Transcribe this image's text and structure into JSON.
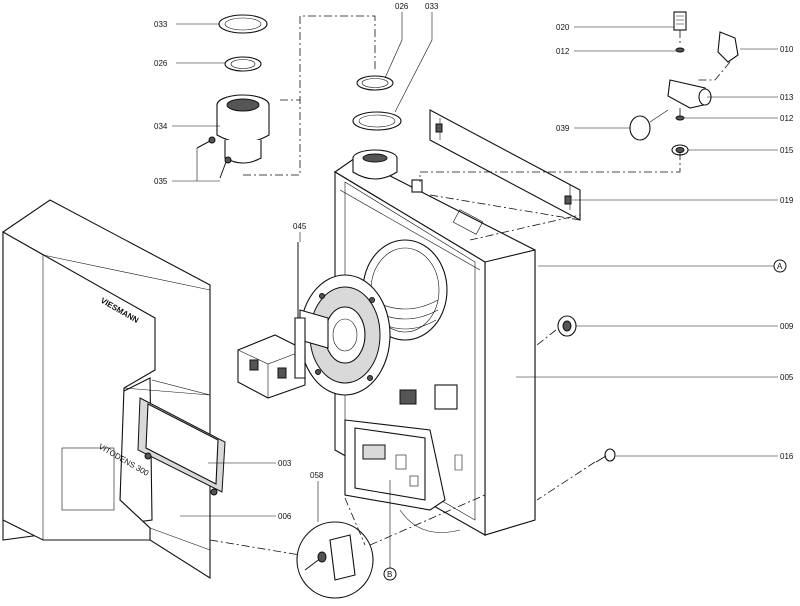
{
  "diagram": {
    "part_labels": {
      "p033a": "033",
      "p026a": "026",
      "p034": "034",
      "p035": "035",
      "p026b": "026",
      "p033b": "033",
      "p020": "020",
      "p012a": "012",
      "p010": "010",
      "p013": "013",
      "p039": "039",
      "p012b": "012",
      "p015": "015",
      "p019": "019",
      "p045": "045",
      "pA": "A",
      "p009": "009",
      "p005": "005",
      "p003": "003",
      "p058": "058",
      "p016": "016",
      "p006": "006",
      "pB": "B"
    },
    "cover_brand": "VIESMANN",
    "cover_model": "VITODENS 300"
  }
}
